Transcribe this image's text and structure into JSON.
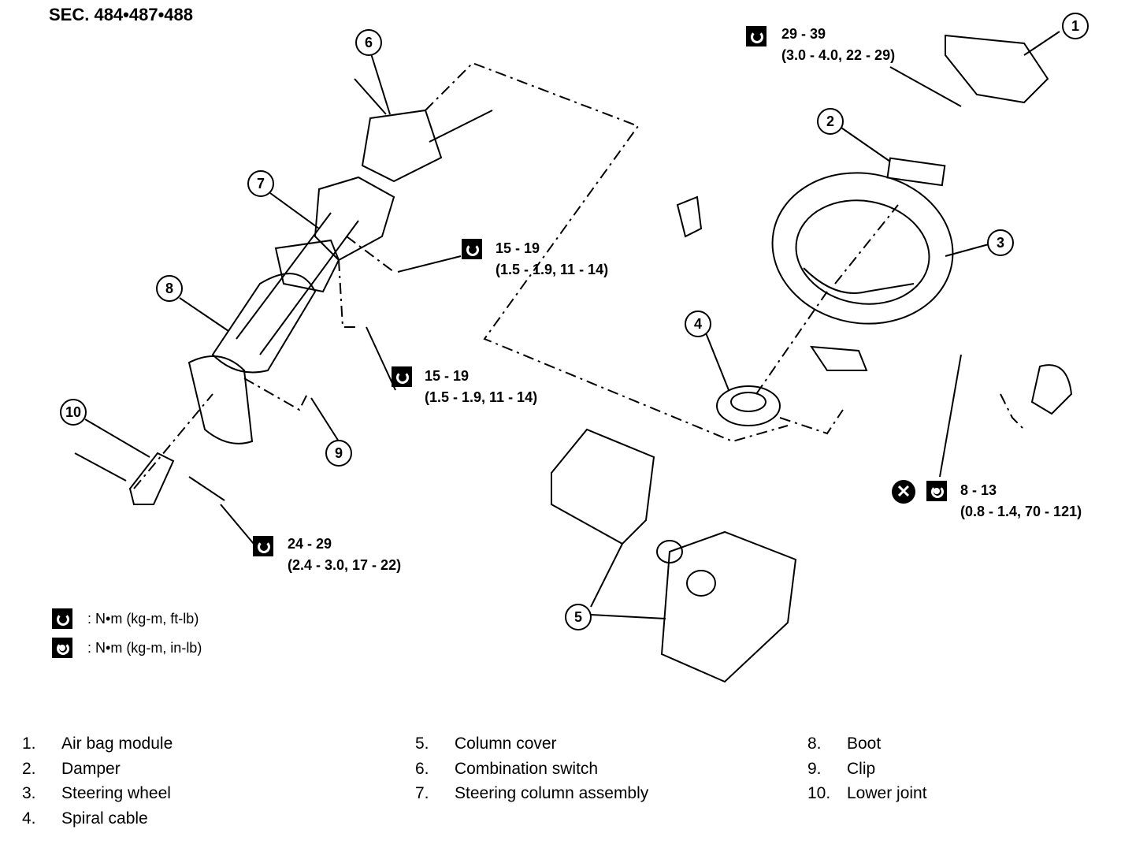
{
  "section": "SEC. 484•487•488",
  "callouts": [
    "1",
    "2",
    "3",
    "4",
    "5",
    "6",
    "7",
    "8",
    "9",
    "10"
  ],
  "torque_specs": [
    {
      "line1": "29 - 39",
      "line2": "(3.0 - 4.0, 22 - 29)"
    },
    {
      "line1": "15 - 19",
      "line2": "(1.5 - 1.9, 11 - 14)"
    },
    {
      "line1": "15 - 19",
      "line2": "(1.5 - 1.9, 11 - 14)"
    },
    {
      "line1": "24 - 29",
      "line2": "(2.4 - 3.0, 17 - 22)"
    },
    {
      "line1": "8 - 13",
      "line2": "(0.8 - 1.4, 70 - 121)"
    }
  ],
  "legend": [
    {
      "icon": "torque-ftlb-icon",
      "text": ": N•m (kg-m, ft-lb)"
    },
    {
      "icon": "torque-inlb-icon",
      "text": ": N•m (kg-m, in-lb)"
    }
  ],
  "parts": [
    {
      "num": "1.",
      "name": "Air bag module"
    },
    {
      "num": "2.",
      "name": "Damper"
    },
    {
      "num": "3.",
      "name": "Steering wheel"
    },
    {
      "num": "4.",
      "name": "Spiral cable"
    },
    {
      "num": "5.",
      "name": "Column cover"
    },
    {
      "num": "6.",
      "name": "Combination switch"
    },
    {
      "num": "7.",
      "name": "Steering column assembly"
    },
    {
      "num": "8.",
      "name": "Boot"
    },
    {
      "num": "9.",
      "name": "Clip"
    },
    {
      "num": "10.",
      "name": "Lower joint"
    }
  ]
}
